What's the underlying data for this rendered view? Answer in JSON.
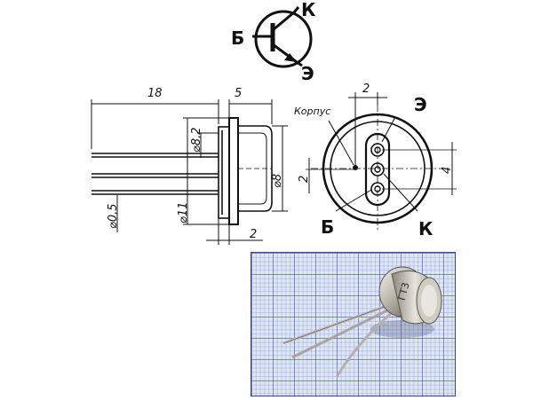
{
  "symbol": {
    "base_label": "Б",
    "collector_label": "К",
    "emitter_label": "Э"
  },
  "side_view": {
    "dim_length": "18",
    "dim_flange": "5",
    "dim_d82": "⌀8,2",
    "dim_d8": "⌀8",
    "dim_d11": "⌀11",
    "dim_lead": "⌀0,5",
    "dim_bottom": "2"
  },
  "bottom_view": {
    "case_label": "Корпус",
    "emitter_label": "Э",
    "base_label": "Б",
    "collector_label": "К",
    "dim_top": "2",
    "dim_left": "2",
    "dim_right": "4"
  },
  "photo": {
    "marking": "ГТ3"
  },
  "colors": {
    "ink": "#111111",
    "grid": "#4a5fb0",
    "paper": "#dfe6f6"
  }
}
